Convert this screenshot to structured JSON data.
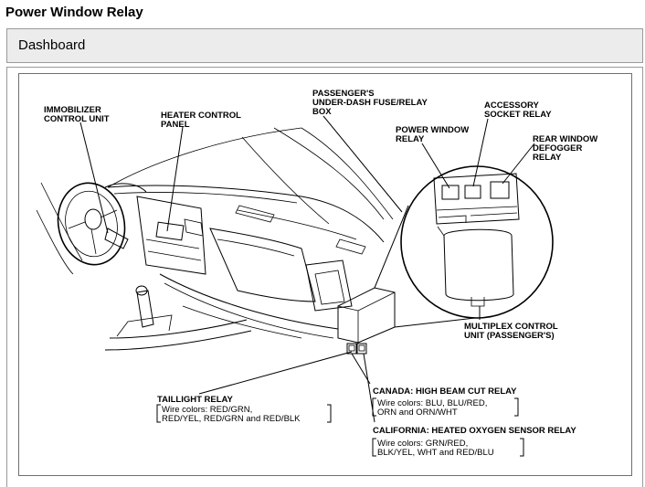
{
  "page": {
    "title": "Power Window Relay"
  },
  "section": {
    "label": "Dashboard"
  },
  "labels": {
    "immobilizer": [
      "IMMOBILIZER",
      "CONTROL UNIT"
    ],
    "heater": [
      "HEATER CONTROL",
      "PANEL"
    ],
    "fusebox": [
      "PASSENGER'S",
      "UNDER-DASH FUSE/RELAY",
      "BOX"
    ],
    "power_window": [
      "POWER WINDOW",
      "RELAY"
    ],
    "accessory": [
      "ACCESSORY",
      "SOCKET RELAY"
    ],
    "rear_window": [
      "REAR WINDOW",
      "DEFOGGER",
      "RELAY"
    ],
    "multiplex": [
      "MULTIPLEX CONTROL",
      "UNIT (PASSENGER'S)"
    ],
    "taillight": {
      "title": "TAILLIGHT RELAY",
      "wires": [
        "Wire colors: RED/GRN,",
        "RED/YEL, RED/GRN and RED/BLK"
      ]
    },
    "canada": {
      "title": "CANADA: HIGH BEAM CUT RELAY",
      "wires": [
        "Wire colors: BLU, BLU/RED,",
        "ORN and ORN/WHT"
      ]
    },
    "california": {
      "title": "CALIFORNIA: HEATED OXYGEN SENSOR RELAY",
      "wires": [
        "Wire colors: GRN/RED,",
        "BLK/YEL, WHT and RED/BLU"
      ]
    }
  }
}
